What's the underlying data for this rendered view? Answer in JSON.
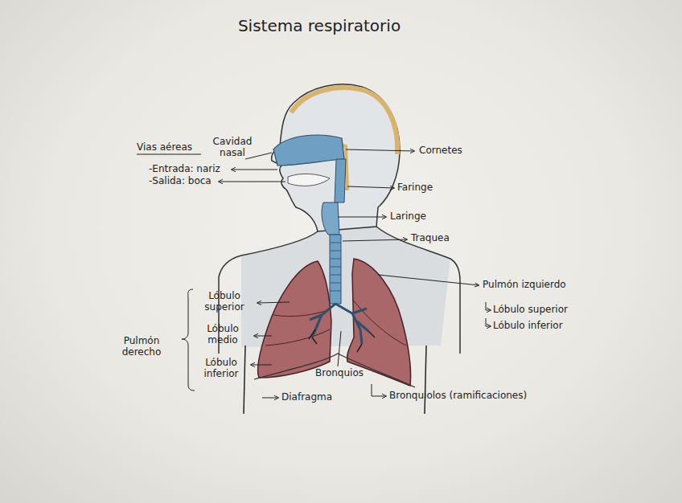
{
  "diagram": {
    "title": "Sistema respiratorio",
    "labels": [
      "Vias aéreas",
      "Cavidad nasal",
      "-Entrada: nariz",
      "-Salida: boca",
      "Cornetes",
      "Faringe",
      "Laringe",
      "Traquea",
      "Pulmón izquierdo",
      "Lóbulo superior",
      "Lóbulo inferior",
      "Lóbulo superior",
      "Lóbulo medio",
      "Pulmón derecho",
      "Lóbulo inferior",
      "Bronquios",
      "Diafragma",
      "Bronquiolos (ramificaciones)"
    ]
  }
}
